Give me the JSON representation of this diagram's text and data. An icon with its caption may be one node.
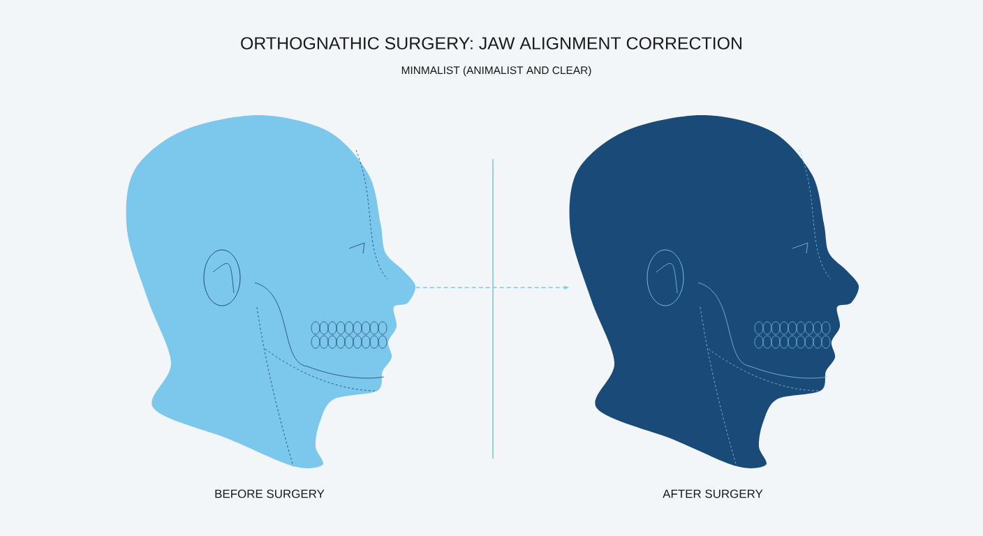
{
  "diagram": {
    "title": "ORTHOGNATHIC SURGERY: JAW ALIGNMENT CORRECTION",
    "nodes": [
      {
        "text": [],
        "shape": "picture",
        "beside": [
          "BEFORE SURGERY"
        ]
      },
      {
        "text": [],
        "shape": "picture",
        "beside": [
          "AFTER SURGERY"
        ]
      }
    ],
    "edges": [
      {
        "from": 0,
        "to": 1,
        "arrow": "to",
        "style": "dashed"
      }
    ],
    "labels": [
      "MINMALIST (ANIMALIST AND CLEAR)"
    ]
  }
}
